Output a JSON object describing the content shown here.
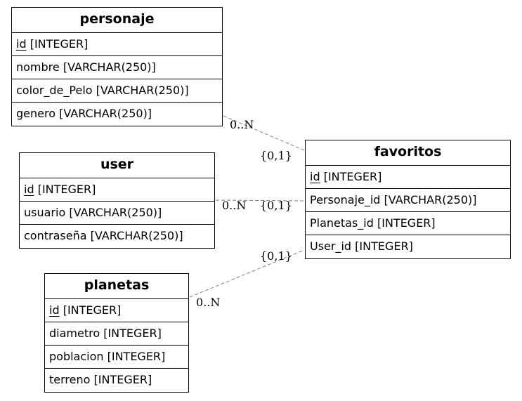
{
  "entities": {
    "personaje": {
      "name": "personaje",
      "pk": "id",
      "pk_type": "[INTEGER]",
      "fields": [
        "nombre [VARCHAR(250)]",
        "color_de_Pelo [VARCHAR(250)]",
        "genero [VARCHAR(250)]"
      ]
    },
    "user": {
      "name": "user",
      "pk": "id",
      "pk_type": "[INTEGER]",
      "fields": [
        "usuario [VARCHAR(250)]",
        "contraseña [VARCHAR(250)]"
      ]
    },
    "planetas": {
      "name": "planetas",
      "pk": "id",
      "pk_type": "[INTEGER]",
      "fields": [
        "diametro [INTEGER]",
        "poblacion [INTEGER]",
        "terreno [INTEGER]"
      ]
    },
    "favoritos": {
      "name": "favoritos",
      "pk": "id",
      "pk_type": "[INTEGER]",
      "fields": [
        "Personaje_id [VARCHAR(250)]",
        "Planetas_id [INTEGER]",
        "User_id [INTEGER]"
      ]
    }
  },
  "relationships": [
    {
      "from": "personaje",
      "to": "favoritos",
      "from_card": "0..N",
      "to_card": "{0,1}"
    },
    {
      "from": "user",
      "to": "favoritos",
      "from_card": "0..N",
      "to_card": "{0,1}"
    },
    {
      "from": "planetas",
      "to": "favoritos",
      "from_card": "0..N",
      "to_card": "{0,1}"
    }
  ],
  "colors": {
    "line": "#808080",
    "border": "#000000"
  }
}
